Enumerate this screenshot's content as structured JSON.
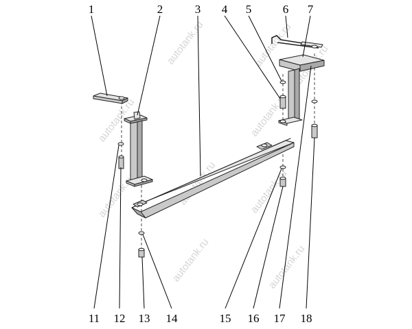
{
  "callouts": [
    "1",
    "2",
    "3",
    "4",
    "5",
    "6",
    "7",
    "11",
    "12",
    "13",
    "14",
    "15",
    "16",
    "17",
    "18"
  ],
  "watermark": "autotank.ru"
}
